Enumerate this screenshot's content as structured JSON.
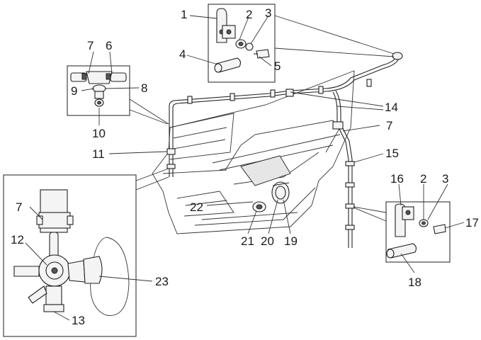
{
  "labels": {
    "l1": "1",
    "l2a": "2",
    "l3a": "3",
    "l4": "4",
    "l5": "5",
    "l6": "6",
    "l7a": "7",
    "l8": "8",
    "l9": "9",
    "l10": "10",
    "l11": "11",
    "l14": "14",
    "l7b": "7",
    "l15": "15",
    "l16": "16",
    "l2b": "2",
    "l3b": "3",
    "l17": "17",
    "l18": "18",
    "l22": "22",
    "l21": "21",
    "l20": "20",
    "l19": "19",
    "l7c": "7",
    "l12": "12",
    "l23": "23",
    "l13": "13"
  }
}
